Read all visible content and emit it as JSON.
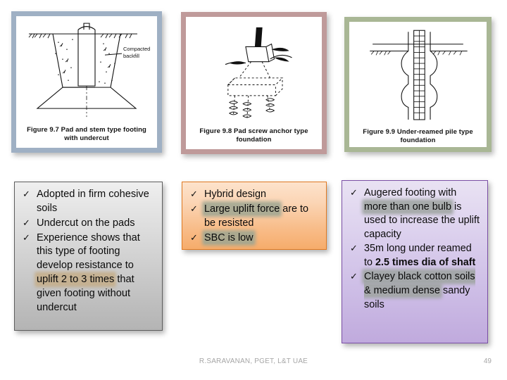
{
  "slide": {
    "page_number": "49",
    "credit": "R.SARAVANAN, PGET, L&T UAE"
  },
  "figures": [
    {
      "id": "figure-1",
      "caption": "Figure 9.7 Pad and stem type footing with undercut",
      "annotation": "Compacted backfill",
      "frame_color": "#9fb0c4",
      "icon": "pad-and-stem-footing-diagram"
    },
    {
      "id": "figure-2",
      "caption": "Figure 9.8 Pad screw anchor type foundation",
      "frame_color": "#bf9a9a",
      "icon": "pad-screw-anchor-diagram"
    },
    {
      "id": "figure-3",
      "caption": "Figure 9.9 Under-reamed pile type foundation",
      "frame_color": "#a9b795",
      "icon": "under-reamed-pile-diagram"
    }
  ],
  "boxes": {
    "gray": {
      "accent": "#5d5d5d",
      "bullet_glyph": "✓",
      "items": [
        {
          "segments": [
            {
              "text": "Adopted in firm cohesive soils",
              "style": "plain"
            }
          ]
        },
        {
          "segments": [
            {
              "text": "Undercut on the pads",
              "style": "plain"
            }
          ]
        },
        {
          "segments": [
            {
              "text": "Experience shows that this type of footing develop resistance to ",
              "style": "plain"
            },
            {
              "text": "uplift 2 to 3 times",
              "style": "highlight-tan"
            },
            {
              "text": " that given footing without undercut",
              "style": "plain"
            }
          ]
        }
      ]
    },
    "orange": {
      "accent": "#e07a22",
      "bullet_glyph": "✓",
      "items": [
        {
          "segments": [
            {
              "text": "Hybrid design",
              "style": "plain"
            }
          ]
        },
        {
          "segments": [
            {
              "text": "Large uplift force",
              "style": "highlight-sage"
            },
            {
              "text": " are to be resisted",
              "style": "plain"
            }
          ]
        },
        {
          "segments": [
            {
              "text": "SBC is low",
              "style": "highlight-sage"
            }
          ]
        }
      ]
    },
    "purple": {
      "accent": "#7b4fa6",
      "bullet_glyph": "✓",
      "items": [
        {
          "segments": [
            {
              "text": "Augered footing with ",
              "style": "plain"
            },
            {
              "text": "more than one bulb",
              "style": "highlight-gray"
            },
            {
              "text": " is used to increase the uplift capacity",
              "style": "plain"
            }
          ]
        },
        {
          "segments": [
            {
              "text": "35m long under reamed to ",
              "style": "plain"
            },
            {
              "text": "2.5 times dia of shaft",
              "style": "bold"
            }
          ]
        },
        {
          "segments": [
            {
              "text": "Clayey black cotton soils & medium dense",
              "style": "highlight-gray"
            },
            {
              "text": " sandy soils",
              "style": "plain"
            }
          ]
        }
      ]
    }
  }
}
